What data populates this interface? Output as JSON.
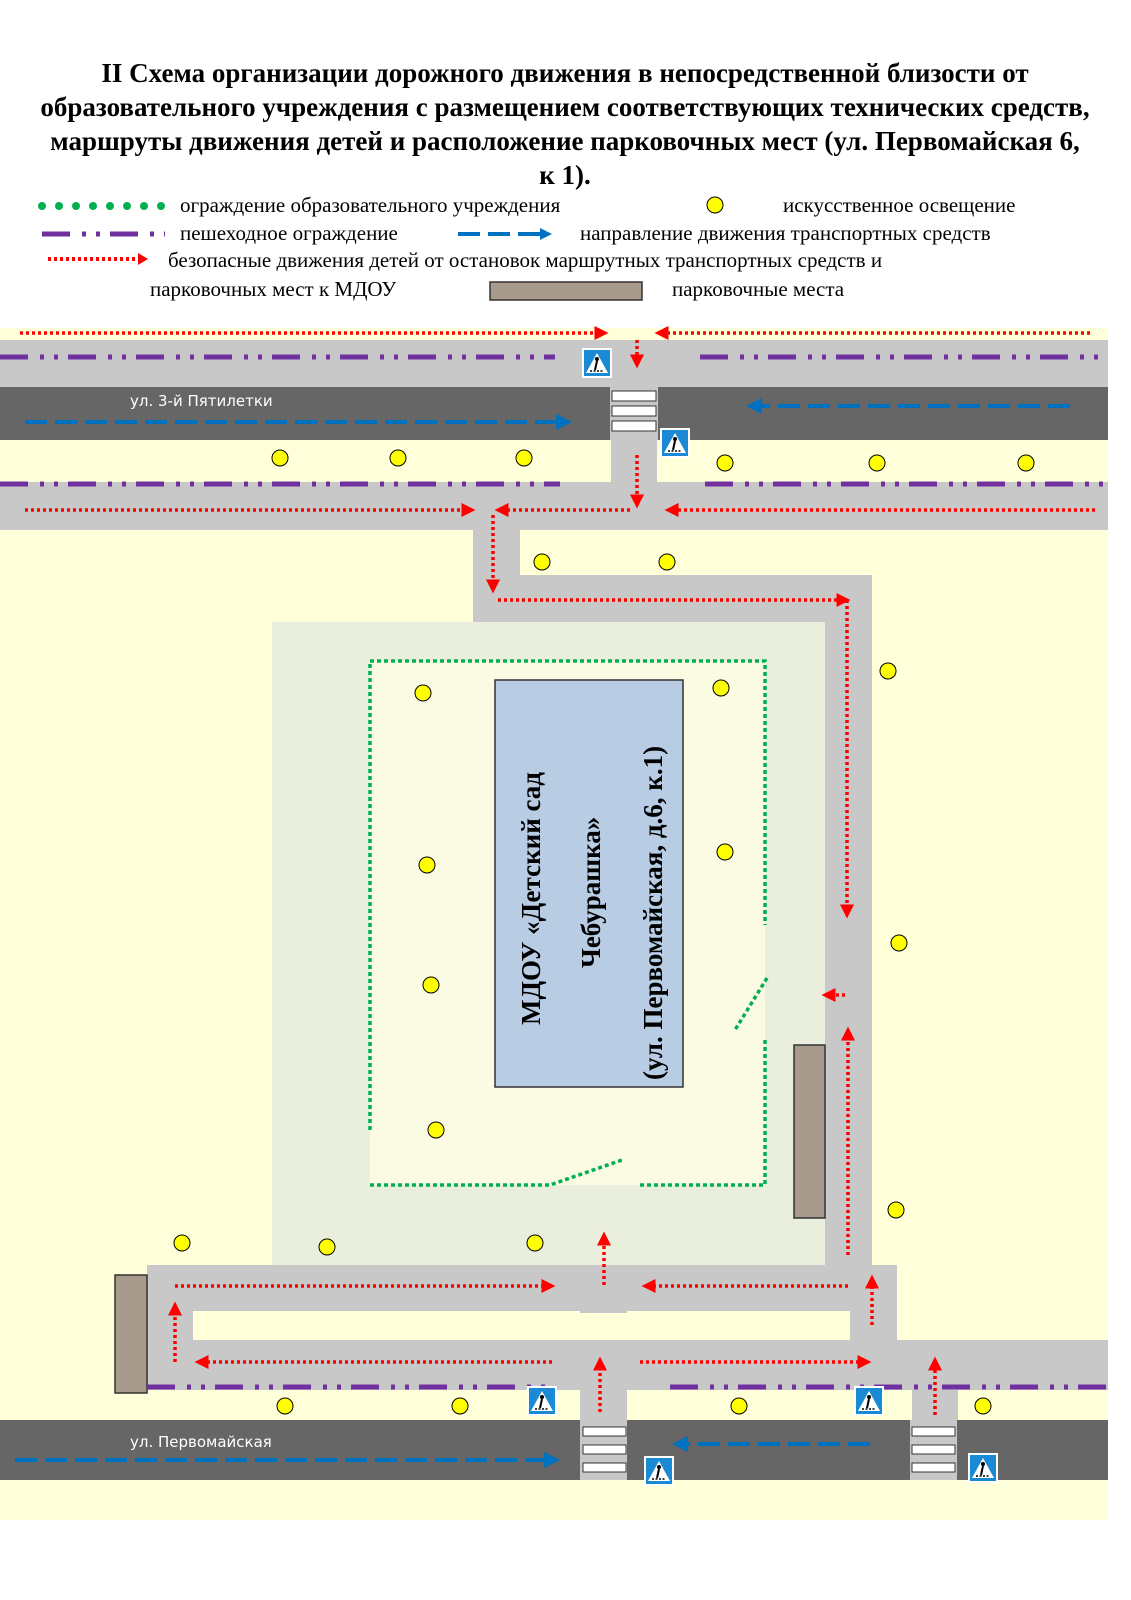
{
  "title": "II Схема организации дорожного движения в непосредственной близости от образовательного учреждения с размещением соответствующих технических средств, маршруты движения детей и расположение парковочных мест (ул. Первомайская 6, к 1).",
  "legend": {
    "fence": "ограждение образовательного учреждения",
    "lighting": "искусственное освещение",
    "pedestrian_fence": "пешеходное ограждение",
    "traffic_direction": "направление движения транспортных средств",
    "children_route_1": "безопасные движения детей от остановок маршрутных транспортных средств и",
    "children_route_2": "парковочных мест к МДОУ",
    "parking": "парковочные места"
  },
  "map": {
    "street_top": "ул. 3-й Пятилетки",
    "street_bottom": "ул. Первомайская",
    "building_line1": "МДОУ «Детский сад",
    "building_line2": "Чебурашка»",
    "building_line3": "(ул. Первомайская, д.6, к.1)"
  },
  "colors": {
    "fence": "#00b050",
    "pedestrian_fence": "#7030a0",
    "traffic": "#0070c0",
    "route": "#ff0000",
    "lamp": "#ffff00",
    "road": "#666666",
    "sidewalk": "#c8c8c8",
    "building": "#b8cce4"
  }
}
